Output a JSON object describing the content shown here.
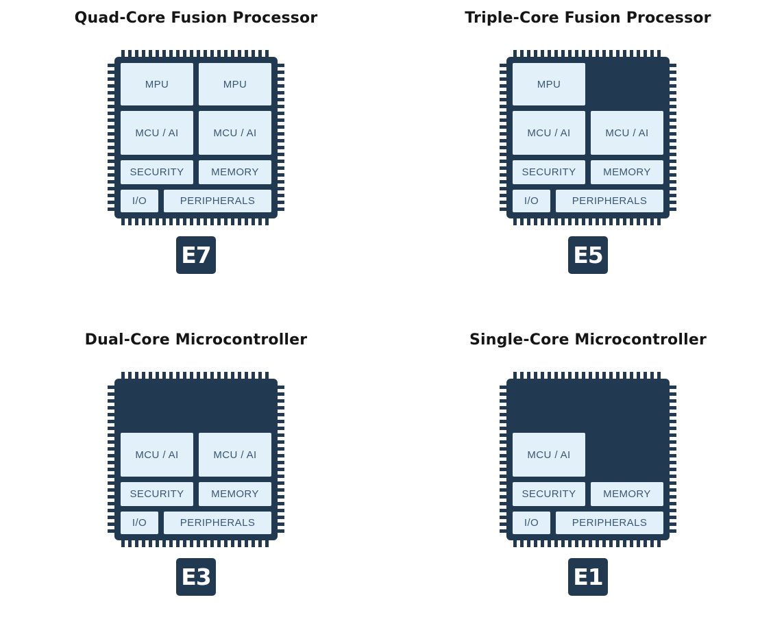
{
  "colors": {
    "chip_navy": "#213a52",
    "block_fill": "#e2f1f9",
    "block_text": "#3a5674",
    "title_text": "#151515",
    "badge_text": "#ffffff",
    "page_bg": "#ffffff"
  },
  "chips": [
    {
      "title": "Quad-Core Fusion Processor",
      "badge": "E7",
      "blocks": {
        "mpu_left": "MPU",
        "mpu_right": "MPU",
        "mcu_left": "MCU / AI",
        "mcu_right": "MCU / AI",
        "security": "SECURITY",
        "memory": "MEMORY",
        "io": "I/O",
        "peripherals": "PERIPHERALS"
      }
    },
    {
      "title": "Triple-Core Fusion Processor",
      "badge": "E5",
      "blocks": {
        "mpu_left": "MPU",
        "mpu_right": null,
        "mcu_left": "MCU / AI",
        "mcu_right": "MCU / AI",
        "security": "SECURITY",
        "memory": "MEMORY",
        "io": "I/O",
        "peripherals": "PERIPHERALS"
      }
    },
    {
      "title": "Dual-Core Microcontroller",
      "badge": "E3",
      "blocks": {
        "mpu_left": null,
        "mpu_right": null,
        "mcu_left": "MCU / AI",
        "mcu_right": "MCU / AI",
        "security": "SECURITY",
        "memory": "MEMORY",
        "io": "I/O",
        "peripherals": "PERIPHERALS"
      }
    },
    {
      "title": "Single-Core Microcontroller",
      "badge": "E1",
      "blocks": {
        "mpu_left": null,
        "mpu_right": null,
        "mcu_left": "MCU / AI",
        "mcu_right": null,
        "security": "SECURITY",
        "memory": "MEMORY",
        "io": "I/O",
        "peripherals": "PERIPHERALS"
      }
    }
  ]
}
